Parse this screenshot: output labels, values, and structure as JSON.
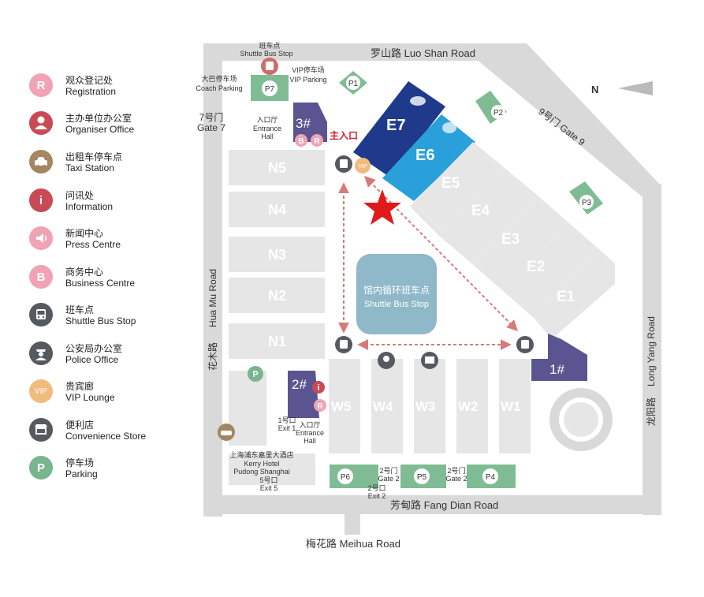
{
  "legend": [
    {
      "icon": "registration-icon",
      "glyph": "R",
      "color": "#f0a3b4",
      "cn": "观众登记处",
      "en": "Registration"
    },
    {
      "icon": "organiser-office-icon",
      "glyph": "",
      "color": "#c84a55",
      "cn": "主办单位办公室",
      "en": "Organiser Office"
    },
    {
      "icon": "taxi-icon",
      "glyph": "",
      "color": "#a38762",
      "cn": "出租车停车点",
      "en": "Taxi Station"
    },
    {
      "icon": "information-icon",
      "glyph": "i",
      "color": "#c84a55",
      "cn": "问讯处",
      "en": "Information"
    },
    {
      "icon": "press-centre-icon",
      "glyph": "",
      "color": "#f0a3b4",
      "cn": "新闻中心",
      "en": "Press Centre"
    },
    {
      "icon": "business-centre-icon",
      "glyph": "B",
      "color": "#f0a3b4",
      "cn": "商务中心",
      "en": "Business Centre"
    },
    {
      "icon": "shuttle-bus-icon",
      "glyph": "",
      "color": "#555a60",
      "cn": "班车点",
      "en": "Shuttle Bus Stop"
    },
    {
      "icon": "police-office-icon",
      "glyph": "",
      "color": "#555a60",
      "cn": "公安局办公室",
      "en": "Police Office"
    },
    {
      "icon": "vip-lounge-icon",
      "glyph": "VIP",
      "color": "#f2bb7e",
      "cn": "贵宾廊",
      "en": "VIP Lounge"
    },
    {
      "icon": "convenience-store-icon",
      "glyph": "",
      "color": "#555a60",
      "cn": "便利店",
      "en": "Convenience Store"
    },
    {
      "icon": "parking-icon",
      "glyph": "P",
      "color": "#79b58f",
      "cn": "停车场",
      "en": "Parking"
    }
  ],
  "roads": {
    "north": "罗山路  Luo Shan Road",
    "south": "芳甸路  Fang Dian Road",
    "south_ext": "梅花路  Meihua Road",
    "west_en": "Hua Mu Road",
    "west_cn": "花木路",
    "east_en": "Long Yang Road",
    "east_cn": "龙阳路",
    "north_arrow": "N"
  },
  "halls": {
    "north": [
      "N5",
      "N4",
      "N3",
      "N2",
      "N1"
    ],
    "east": [
      "E7",
      "E6",
      "E5",
      "E4",
      "E3",
      "E2",
      "E1"
    ],
    "west": [
      "W5",
      "W4",
      "W3",
      "W2",
      "W1"
    ]
  },
  "entrances": {
    "e1": "1#",
    "e2": "2#",
    "e3": "3#",
    "main_entrance": "主入口",
    "entrance_hall_cn": "入口厅",
    "entrance_hall_en_1": "Entrance",
    "entrance_hall_en_2": "Hall",
    "exit1_cn": "1号口",
    "exit1_en": "Exit 1"
  },
  "gates": {
    "gate7_cn": "7号门",
    "gate7_en": "Gate 7",
    "gate9": "9号门  Gate 9",
    "gate2_cn": "2号门",
    "gate2_en": "Gate 2",
    "exit2_cn": "2号口",
    "exit2_en": "Exit 2",
    "exit5_cn": "5号口",
    "exit5_en": "Exit 5"
  },
  "parking": [
    "P1",
    "P2",
    "P3",
    "P4",
    "P5",
    "P6",
    "P7",
    "P"
  ],
  "labels": {
    "shuttle_top_cn": "班车点",
    "shuttle_top_en": "Shuttle Bus Stop",
    "coach_cn": "大巴停车场",
    "coach_en": "Coach Parking",
    "vip_cn": "VIP停车场",
    "vip_en": "VIP Parking",
    "loop_cn": "馆内循环班车点",
    "loop_en": "Shuttle Bus Stop",
    "kerry_cn": "上海浦东嘉里大酒店",
    "kerry_en1": "Kerry Hotel",
    "kerry_en2": "Pudong Shanghai",
    "vip_glyph": "VIP"
  }
}
